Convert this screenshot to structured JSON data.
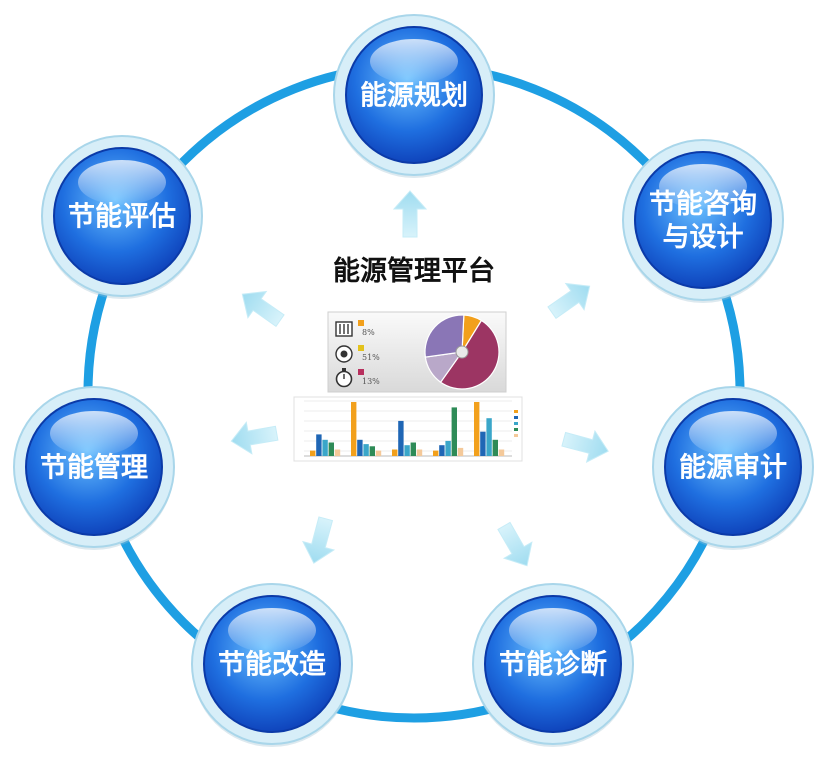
{
  "center": {
    "title": "能源管理平台",
    "pie_legend": [
      {
        "icon": "server-icon",
        "color": "#f2a01c",
        "percent": "8%"
      },
      {
        "icon": "cloud-icon",
        "color": "#e3c21c",
        "percent": "51%"
      },
      {
        "icon": "timer-icon",
        "color": "#b8305e",
        "percent": "13%"
      }
    ],
    "pie_slices": [
      {
        "value": 8,
        "color": "#f2a01c"
      },
      {
        "value": 51,
        "color": "#9c3563"
      },
      {
        "value": 13,
        "color": "#b9a8c9"
      },
      {
        "value": 28,
        "color": "#8a76b6"
      }
    ],
    "bar_series_colors": [
      "#f2a01c",
      "#1f66b5",
      "#3aa6c9",
      "#2e8b57",
      "#f4c99a"
    ]
  },
  "nodes": [
    {
      "key": "plan",
      "lines": [
        "能源规划"
      ],
      "icon": "arrow-up-icon"
    },
    {
      "key": "consult",
      "lines": [
        "节能咨询",
        "与设计"
      ],
      "icon": "arrow-up-right-icon"
    },
    {
      "key": "audit",
      "lines": [
        "能源审计"
      ],
      "icon": "arrow-right-icon"
    },
    {
      "key": "diagnose",
      "lines": [
        "节能诊断"
      ],
      "icon": "arrow-down-right-icon"
    },
    {
      "key": "retrofit",
      "lines": [
        "节能改造"
      ],
      "icon": "arrow-down-left-icon"
    },
    {
      "key": "manage",
      "lines": [
        "节能管理"
      ],
      "icon": "arrow-left-icon"
    },
    {
      "key": "evaluate",
      "lines": [
        "节能评估"
      ],
      "icon": "arrow-up-left-icon"
    }
  ],
  "colors": {
    "ring": "#1e9fe3",
    "node_fill_light": "#5bb6ff",
    "node_fill_dark": "#0a3fbf",
    "node_rim": "#bfe6f7",
    "arrow": "#aee3f2"
  }
}
